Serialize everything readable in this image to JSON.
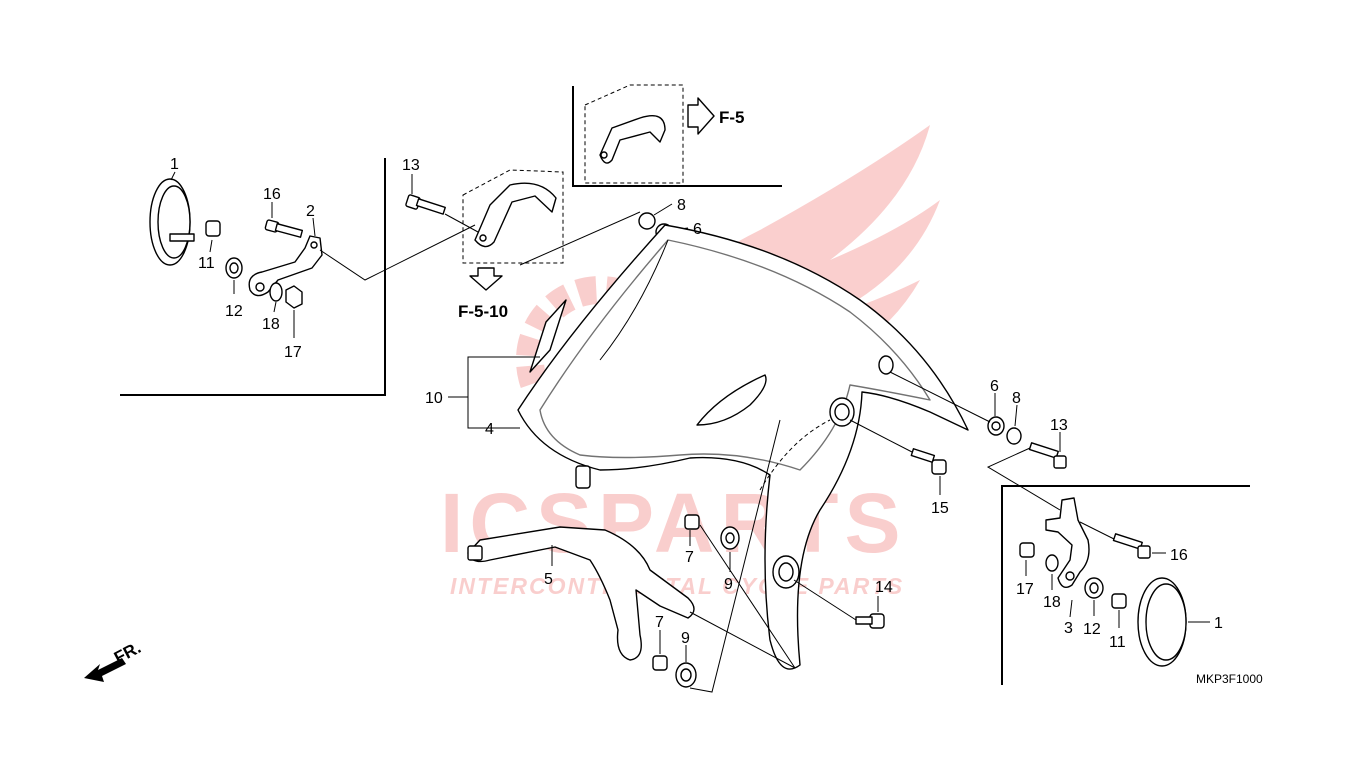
{
  "watermark": {
    "brand": "ICSPARTS",
    "tagline": "INTERCONTINENTAL CYCLE PARTS",
    "color": "#e8231f"
  },
  "callouts": {
    "c1_left": "1",
    "c16_left": "16",
    "c2": "2",
    "c11_left": "11",
    "c12_left": "12",
    "c18_left": "18",
    "c17_left": "17",
    "c13_top": "13",
    "c8_top": "8",
    "c6_top": "6",
    "c10": "10",
    "c4": "4",
    "c6_right": "6",
    "c8_right": "8",
    "c13_right": "13",
    "c15": "15",
    "c7_mid": "7",
    "c9_mid": "9",
    "c5": "5",
    "c7_low": "7",
    "c9_low": "9",
    "c14": "14",
    "c16_right": "16",
    "c17_right": "17",
    "c18_right": "18",
    "c3": "3",
    "c12_right": "12",
    "c11_right": "11",
    "c1_right": "1"
  },
  "references": {
    "top": "F-5",
    "bottom": "F-5-10"
  },
  "direction_label": "FR.",
  "diagram_code": "MKP3F1000"
}
